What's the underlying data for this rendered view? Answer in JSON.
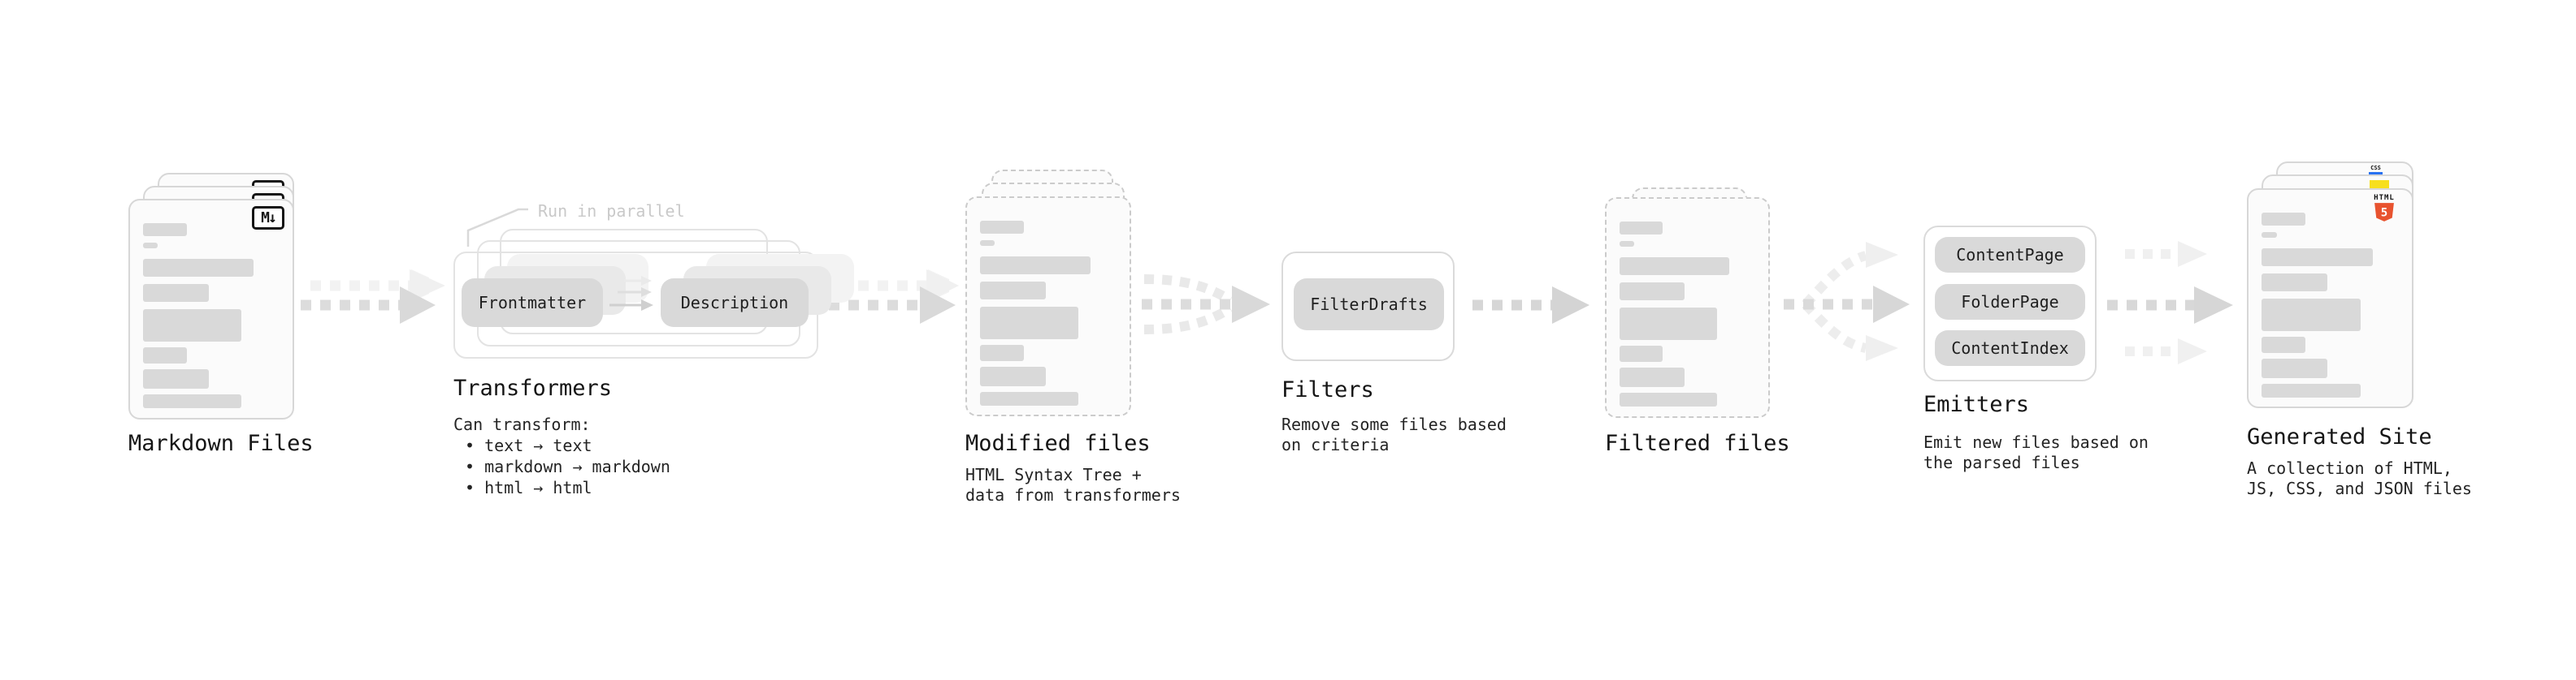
{
  "colors": {
    "html5_orange": "#e8532f",
    "js_yellow": "#f7df1e",
    "css_blue": "#2871f1"
  },
  "stages": {
    "markdown": {
      "label": "Markdown Files",
      "badge": "M↓"
    },
    "transformers": {
      "label": "Transformers",
      "note": "Run in parallel",
      "nodes": [
        "Frontmatter",
        "Description"
      ],
      "desc_title": "Can transform:",
      "bullets": [
        "• text → text",
        "• markdown → markdown",
        "• html → html"
      ]
    },
    "modified": {
      "label": "Modified files",
      "desc": [
        "HTML Syntax Tree +",
        "data from transformers"
      ]
    },
    "filters": {
      "label": "Filters",
      "nodes": [
        "FilterDrafts"
      ],
      "desc": [
        "Remove some files based",
        "on criteria"
      ]
    },
    "filtered": {
      "label": "Filtered files"
    },
    "emitters": {
      "label": "Emitters",
      "nodes": [
        "ContentPage",
        "FolderPage",
        "ContentIndex"
      ],
      "desc": [
        "Emit new files based on",
        "the parsed files"
      ]
    },
    "generated": {
      "label": "Generated Site",
      "desc": [
        "A collection of HTML,",
        "JS, CSS, and JSON files"
      ],
      "badges": {
        "html_label": "HTML",
        "html_number": "5",
        "css_label": "CSS"
      }
    }
  },
  "doc_bars": [
    [
      32,
      16,
      8
    ],
    [
      11,
      7,
      13
    ],
    [
      81,
      22,
      9
    ],
    [
      48,
      22,
      9
    ],
    [
      72,
      40,
      7
    ],
    [
      32,
      20,
      7
    ],
    [
      48,
      24,
      7
    ],
    [
      72,
      17,
      0
    ]
  ]
}
